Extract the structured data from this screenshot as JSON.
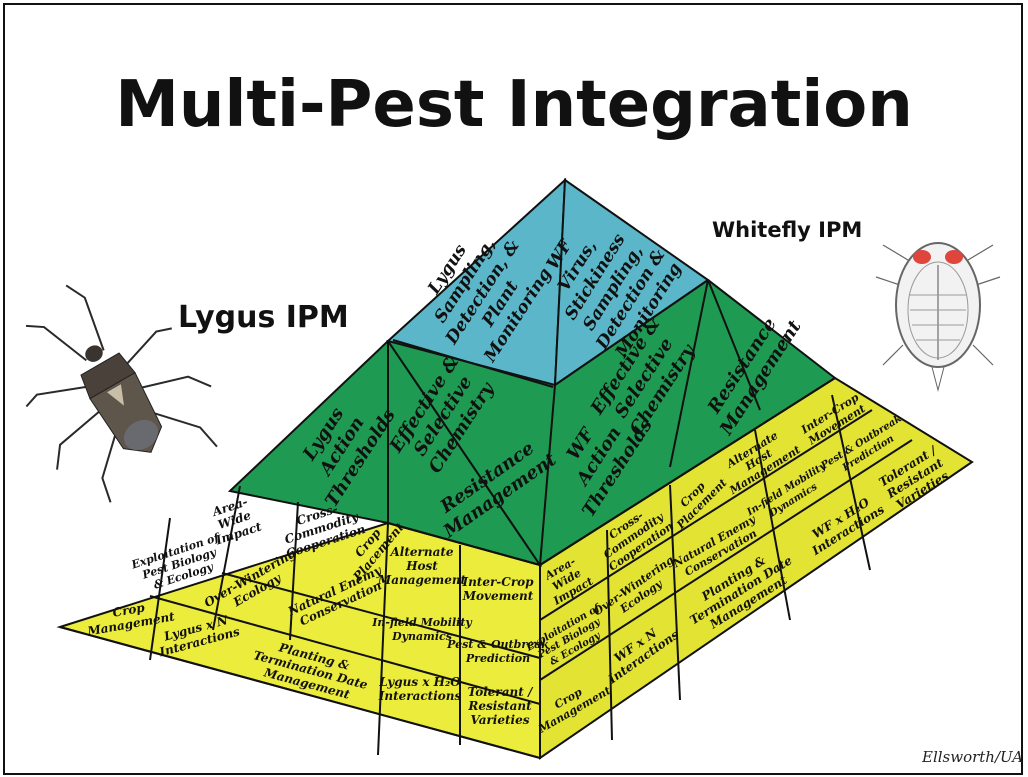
{
  "title": "Multi-Pest Integration",
  "labels": {
    "lygus": "Lygus IPM",
    "whitefly": "Whitefly IPM",
    "credit": "Ellsworth/UA"
  },
  "icons": {
    "lygus": "lygus-bug-icon",
    "whitefly": "whitefly-nymph-icon"
  },
  "colors": {
    "top": "#5ab6c8",
    "middle": "#1f9a52",
    "base": "#ecec3c",
    "baseShade": "#d9d92c",
    "edge": "#111111"
  },
  "pyramid": {
    "top_left": [
      "Lygus",
      "Sampling,",
      "Detection, &",
      "Plant",
      "Monitoring"
    ],
    "top_right": [
      "WF",
      "Virus,",
      "Stickiness",
      "Sampling,",
      "Detection &",
      "Monitoring"
    ],
    "mid_left_1": [
      "Lygus",
      "Action",
      "Thresholds"
    ],
    "mid_left_2": [
      "Effective &",
      "Selective",
      "Chemistry"
    ],
    "mid_left_3": [
      "Resistance",
      "Management"
    ],
    "mid_right_1": [
      "WF",
      "Action",
      "Thresholds"
    ],
    "mid_right_2": [
      "Effective &",
      "Selective",
      "Chemistry"
    ],
    "mid_right_3": [
      "Resistance",
      "Management"
    ],
    "base_left": {
      "area_wide": [
        "Area-",
        "Wide",
        "Impact"
      ],
      "cross_commodity": [
        "Cross-",
        "Commodity",
        "Cooperation"
      ],
      "crop_placement": [
        "Crop",
        "Placement"
      ],
      "exploitation": [
        "Exploitation of",
        "Pest Biology",
        "& Ecology"
      ],
      "over_wintering": [
        "Over-Wintering",
        "Ecology"
      ],
      "natural_enemy": [
        "Natural Enemy",
        "Conservation"
      ],
      "crop_management": [
        "Crop",
        "Management"
      ],
      "lygus_n": [
        "Lygus x N",
        "Interactions"
      ],
      "planting": [
        "Planting &",
        "Termination Date",
        "Management"
      ],
      "alternate_host": [
        "Alternate",
        "Host",
        "Management"
      ],
      "inter_crop": [
        "Inter-Crop",
        "Movement"
      ],
      "infield_mobility": [
        "In-field Mobility",
        "Dynamics"
      ],
      "pest_outbreak": [
        "Pest & Outbreak",
        "Prediction"
      ],
      "lygus_h2o": [
        "Lygus x H₂O",
        "Interactions"
      ],
      "tolerant": [
        "Tolerant /",
        "Resistant",
        "Varieties"
      ]
    },
    "base_right": {
      "area_wide": [
        "Area-",
        "Wide",
        "Impact"
      ],
      "cross_commodity": [
        "Cross-",
        "Commodity",
        "Cooperation"
      ],
      "over_wintering": [
        "Over-Wintering",
        "Ecology"
      ],
      "exploitation": [
        "Exploitation of",
        "Pest Biology",
        "& Ecology"
      ],
      "wf_n": [
        "WF x N",
        "Interactions"
      ],
      "crop_management": [
        "Crop",
        "Management"
      ],
      "crop_placement": [
        "Crop",
        "Placement"
      ],
      "natural_enemy": [
        "Natural Enemy",
        "Conservation"
      ],
      "planting": [
        "Planting &",
        "Termination Date",
        "Management"
      ],
      "alternate_host": [
        "Alternate",
        "Host",
        "Management"
      ],
      "inter_crop": [
        "Inter-Crop",
        "Movement"
      ],
      "infield_mobility": [
        "In-field Mobility",
        "Dynamics"
      ],
      "pest_outbreak": [
        "Pest & Outbreak",
        "Prediction"
      ],
      "wf_h2o": [
        "WF x H₂O",
        "Interactions"
      ],
      "tolerant": [
        "Tolerant /",
        "Resistant",
        "Varieties"
      ]
    }
  }
}
